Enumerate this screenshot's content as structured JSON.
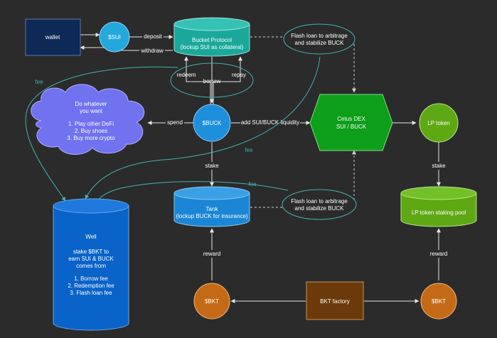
{
  "nodes": {
    "wallet": "wallet",
    "sui": "$SUI",
    "bucket_protocol_line1": "Bucket Protocol",
    "bucket_protocol_line2": "(lockup SUI as collateral)",
    "flash_loan_top_line1": "Flash loan to arbitrage",
    "flash_loan_top_line2": "and stabilize BUCK",
    "cloud_line1": "Do whatever",
    "cloud_line2": "you want",
    "cloud_line3": "1. Play other DeFi",
    "cloud_line4": "2. Buy shoes",
    "cloud_line5": "3. Buy more crypto",
    "buck": "$BUCK",
    "cetus_line1": "Cetus DEX",
    "cetus_line2": "SUI / BUCK",
    "lp_token": "LP token",
    "tank_line1": "Tank",
    "tank_line2": "(lockup BUCK for insurance)",
    "flash_loan_bottom_line1": "Flash loan to arbitrage",
    "flash_loan_bottom_line2": "and stabilize BUCK",
    "lp_pool": "LP token staking pool",
    "well_line1": "Well",
    "well_line2": "stake $BKT to",
    "well_line3": "earn SUI & BUCK",
    "well_line4": "comes from",
    "well_line5": "1. Borrow fee",
    "well_line6": "2. Redemption fee",
    "well_line7": "3. Flash loan fee",
    "bkt_left": "$BKT",
    "bkt_factory": "BKT factory",
    "bkt_right": "$BKT"
  },
  "edges": {
    "deposit": "deposit",
    "withdraw": "withdraw",
    "redeem": "redeem",
    "borrow": "borrow",
    "repay": "repay",
    "spend": "spend",
    "add_liquidity": "add SUI/BUCK liquidity",
    "stake_left": "stake",
    "stake_right": "stake",
    "reward_left": "reward",
    "reward_right": "reward",
    "fee_top": "fee",
    "fee_middle": "fee",
    "fee_bottom": "fee"
  },
  "colors": {
    "background": "#2b2b2b",
    "wallet": "#0c2a55",
    "sui": "#22a8dd",
    "bucket": "#1aa89b",
    "buck": "#1e8fdc",
    "cetus": "#0d9e1a",
    "lp_token": "#5ea814",
    "tank": "#1c86d6",
    "lp_pool": "#5ea814",
    "well": "#0a63c8",
    "bkt": "#c46a17",
    "bkt_factory": "#6b3a0b",
    "cloud": "#7172f0",
    "flash_outline": "#3fb6b0",
    "teal_edge": "#3fb6b0"
  }
}
